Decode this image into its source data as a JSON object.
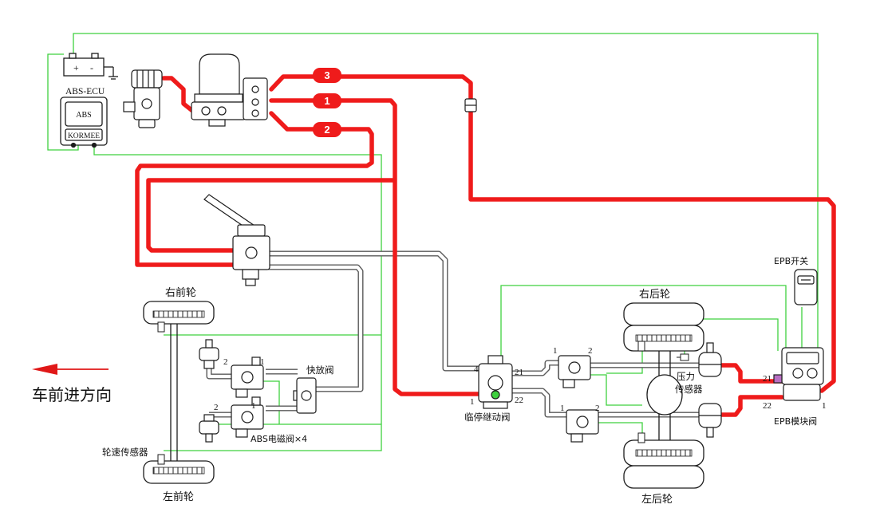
{
  "labels": {
    "abs_ecu": "ABS-ECU",
    "ecu_brand_top": "ABS",
    "ecu_brand_bottom": "KORMEE",
    "battery_plus": "+",
    "battery_minus": "-",
    "circuit_1": "1",
    "circuit_2": "2",
    "circuit_3": "3",
    "right_front_wheel": "右前轮",
    "left_front_wheel": "左前轮",
    "right_rear_wheel": "右后轮",
    "left_rear_wheel": "左后轮",
    "quick_release_valve": "快放阀",
    "abs_solenoid_valves": "ABS电磁阀×4",
    "wheel_speed_sensor": "轮速传感器",
    "relay_valve": "临停继动阀",
    "pressure_sensor_line1": "压力",
    "pressure_sensor_line2": "传感器",
    "epb_switch": "EPB开关",
    "epb_module_valve": "EPB模块阀",
    "direction_text": "车前进方向",
    "port_1": "1",
    "port_2": "2",
    "port_4": "4",
    "port_21": "21",
    "port_22": "22"
  },
  "colors": {
    "pressure_line": "#ef1b1b",
    "signal_line": "#3fd13f",
    "hose_outline": "#5a5a5a",
    "component_outline": "#1c1c1c",
    "arrow": "#e01818",
    "text": "#111111"
  }
}
